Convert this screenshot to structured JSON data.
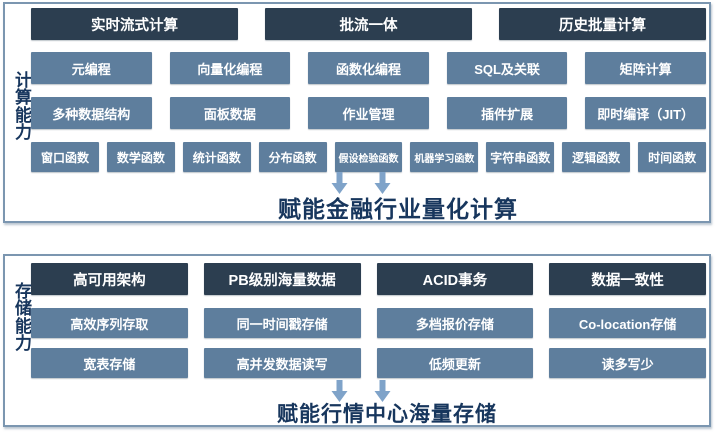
{
  "colors": {
    "dark_header_box": "#2c3e50",
    "item_box": "#5e7e9d",
    "arrow": "#7fa3c9",
    "panel_border": "#7b96b0",
    "dark_text": "#17365d"
  },
  "icons": {
    "down_arrow": "↓"
  },
  "compute_panel": {
    "side_label": "计算能力",
    "header_row": [
      "实时流式计算",
      "批流一体",
      "历史批量计算"
    ],
    "row2": [
      "元编程",
      "向量化编程",
      "函数化编程",
      "SQL及关联",
      "矩阵计算"
    ],
    "row3": [
      "多种数据结构",
      "面板数据",
      "作业管理",
      "插件扩展",
      "即时编译（JIT）"
    ],
    "row4": [
      "窗口函数",
      "数学函数",
      "统计函数",
      "分布函数",
      "假设检验函数",
      "机器学习函数",
      "字符串函数",
      "逻辑函数",
      "时间函数"
    ],
    "caption": "赋能金融行业量化计算"
  },
  "storage_panel": {
    "side_label": "存储能力",
    "header_row": [
      "高可用架构",
      "PB级别海量数据",
      "ACID事务",
      "数据一致性"
    ],
    "row2": [
      "高效序列存取",
      "同一时间戳存储",
      "多档报价存储",
      "Co-location存储"
    ],
    "row3": [
      "宽表存储",
      "高并发数据读写",
      "低频更新",
      "读多写少"
    ],
    "caption": "赋能行情中心海量存储"
  }
}
